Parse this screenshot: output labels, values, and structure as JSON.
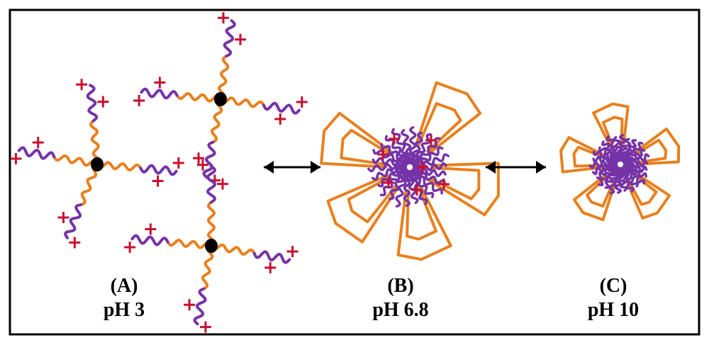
{
  "colors": {
    "core_segment": "#E8801E",
    "charged_segment": "#7533A8",
    "charge": "#C8102E",
    "junction": "#000000",
    "frame": "#000000"
  },
  "panels": [
    {
      "id": "A",
      "letter": "(A)",
      "ph": "pH 3",
      "state": "extended star polymers with protonated arms"
    },
    {
      "id": "B",
      "letter": "(B)",
      "ph": "pH 6.8",
      "state": "partially collapsed star with looped orange segments"
    },
    {
      "id": "C",
      "letter": "(C)",
      "ph": "pH 10",
      "state": "compact collapsed star"
    }
  ],
  "charge_glyph": "+",
  "arrow_glyph": "double-headed-arrow"
}
